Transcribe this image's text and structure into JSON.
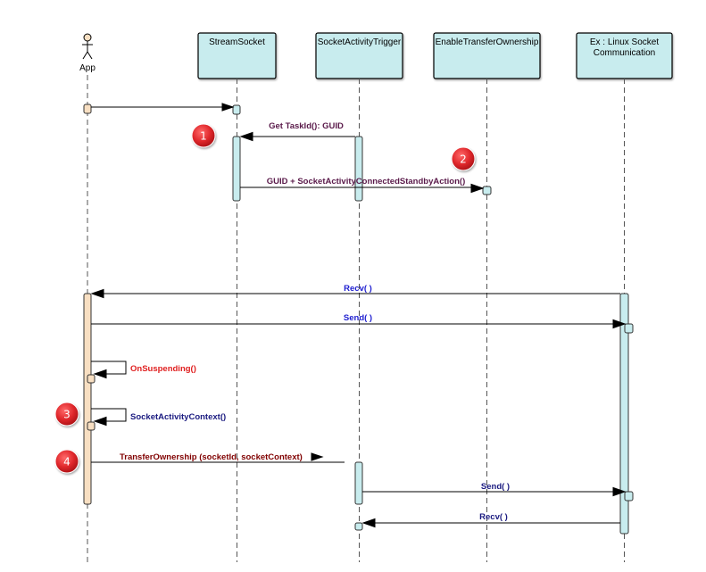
{
  "diagram": {
    "type": "sequence",
    "colors": {
      "lifeline_box_fill": "#c8ecee",
      "app_activation_fill": "#f8dfc2",
      "badge_fill": "#e0282c",
      "line": "#000000",
      "lifeline_dash": "#555555"
    },
    "actor": {
      "name": "App",
      "icon": "stick-figure-actor-icon"
    },
    "lifelines": [
      {
        "id": "streamsocket",
        "label_lines": [
          "StreamSocket"
        ]
      },
      {
        "id": "trigger",
        "label_lines": [
          "SocketActivityTrigger"
        ]
      },
      {
        "id": "enable",
        "label_lines": [
          "EnableTransferOwnership"
        ]
      },
      {
        "id": "linux",
        "label_lines": [
          "Ex : Linux Socket",
          "Communication"
        ]
      }
    ],
    "messages": [
      {
        "label": "",
        "from": "App",
        "to": "StreamSocket",
        "color": "#000000"
      },
      {
        "label": "Get TaskId(): GUID",
        "from": "SocketActivityTrigger",
        "to": "StreamSocket",
        "color": "#5a1a4a"
      },
      {
        "label": "GUID + SocketActivityConnectedStandbyAction()",
        "from": "StreamSocket",
        "to": "EnableTransferOwnership",
        "color": "#5a1a4a"
      },
      {
        "label": "Recv( )",
        "from": "Ex : Linux Socket Communication",
        "to": "App",
        "color": "#2020d0"
      },
      {
        "label": "Send( )",
        "from": "App",
        "to": "Ex : Linux Socket Communication",
        "color": "#2020d0"
      },
      {
        "label": "OnSuspending()",
        "from": "App",
        "to": "App",
        "color": "#e02020"
      },
      {
        "label": "SocketActivityContext()",
        "from": "App",
        "to": "App",
        "color": "#1a1a80"
      },
      {
        "label": "TransferOwnership (socketId, socketContext)",
        "from": "App",
        "to": "SocketActivityTrigger",
        "color": "#800000"
      },
      {
        "label": "Send( )",
        "from": "SocketActivityTrigger",
        "to": "Ex : Linux Socket Communication",
        "color": "#1a1a80"
      },
      {
        "label": "Recv( )",
        "from": "Ex : Linux Socket Communication",
        "to": "SocketActivityTrigger",
        "color": "#1a1a80"
      }
    ],
    "badges": [
      "1",
      "2",
      "3",
      "4"
    ]
  }
}
